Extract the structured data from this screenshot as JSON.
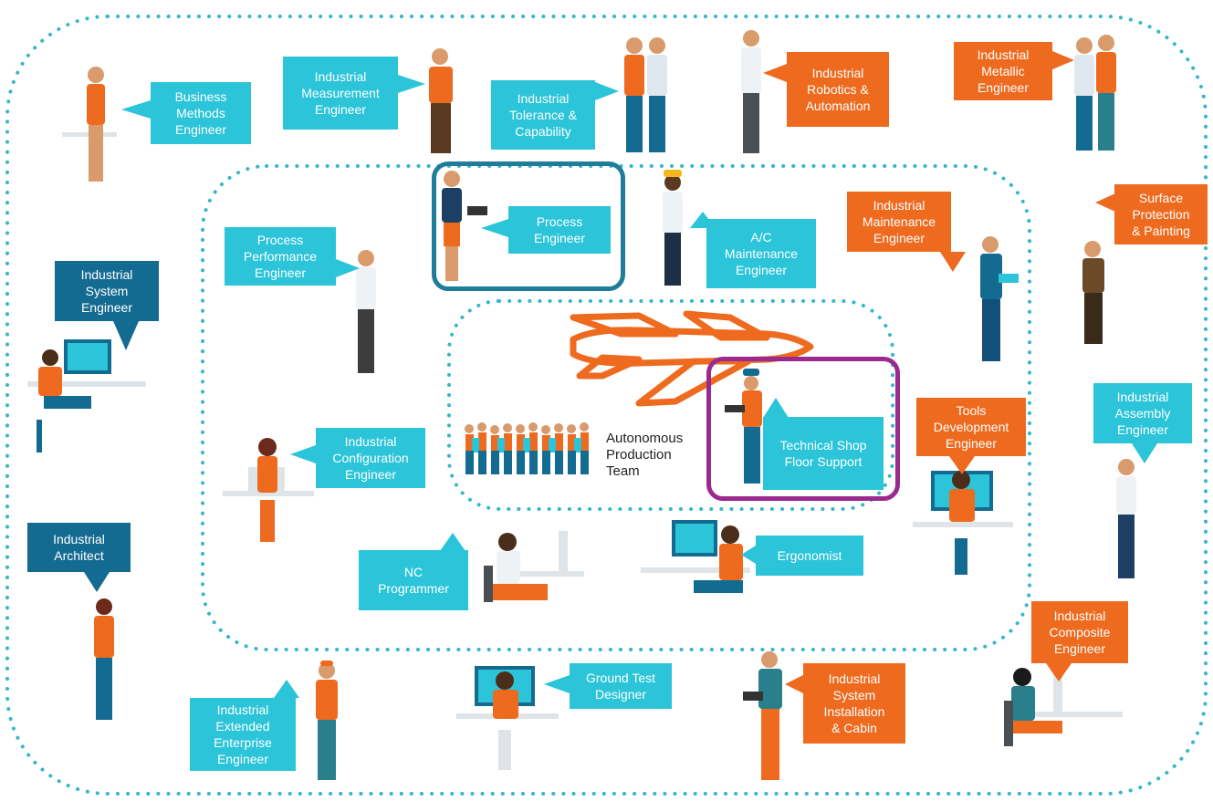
{
  "colors": {
    "cyan": "#2bc4d8",
    "orange": "#ee6a1f",
    "blue": "#146b92",
    "ring": "#36b7c8",
    "highlight_blue": "#1f7d9a",
    "highlight_purple": "#9b2a8e"
  },
  "roles": {
    "business_methods": "Business\nMethods\nEngineer",
    "industrial_measurement": "Industrial\nMeasurement\nEngineer",
    "industrial_tolerance": "Industrial\nTolerance &\nCapability",
    "industrial_robotics": "Industrial\nRobotics &\nAutomation",
    "industrial_metallic": "Industrial\nMetallic\nEngineer",
    "process_engineer": "Process\nEngineer",
    "ac_maintenance": "A/C\nMaintenance\nEngineer",
    "process_performance": "Process\nPerformance\nEngineer",
    "industrial_maintenance": "Industrial\nMaintenance\nEngineer",
    "surface_protection": "Surface\nProtection\n& Painting",
    "industrial_system": "Industrial\nSystem\nEngineer",
    "technical_shop_floor": "Technical Shop\nFloor Support",
    "tools_development": "Tools\nDevelopment\nEngineer",
    "industrial_assembly": "Industrial\nAssembly\nEngineer",
    "industrial_configuration": "Industrial\nConfiguration\nEngineer",
    "industrial_architect": "Industrial\nArchitect",
    "nc_programmer": "NC\nProgrammer",
    "ergonomist": "Ergonomist",
    "industrial_composite": "Industrial\nComposite\nEngineer",
    "ground_test": "Ground Test\nDesigner",
    "industrial_system_installation": "Industrial\nSystem\nInstallation\n& Cabin",
    "industrial_extended": "Industrial\nExtended\nEnterprise\nEngineer"
  },
  "center": {
    "team_label": "Autonomous\nProduction\nTeam"
  }
}
